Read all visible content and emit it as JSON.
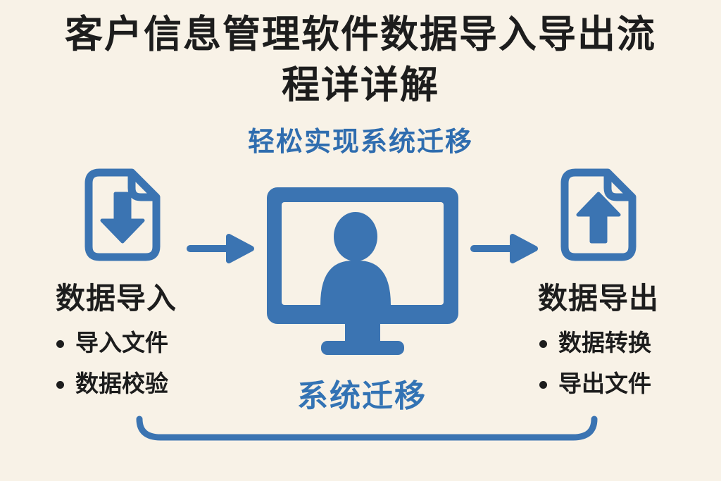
{
  "infographic": {
    "title_line1": "客户信息管理软件数据导入导出流",
    "title_line2": "程详详解",
    "subtitle": "轻松实现系统迁移",
    "flow": {
      "left": {
        "icon": "file-import-icon",
        "heading": "数据导入",
        "bullets": [
          "导入文件",
          "数据校验"
        ]
      },
      "center": {
        "icon": "monitor-user-icon",
        "label": "系统迁移"
      },
      "right": {
        "icon": "file-export-icon",
        "heading": "数据导出",
        "bullets": [
          "数据转换",
          "导出文件"
        ]
      }
    },
    "colors": {
      "background": "#F8F2E7",
      "accent_blue": "#3B74B2",
      "text_black": "#1D1D1D"
    }
  }
}
